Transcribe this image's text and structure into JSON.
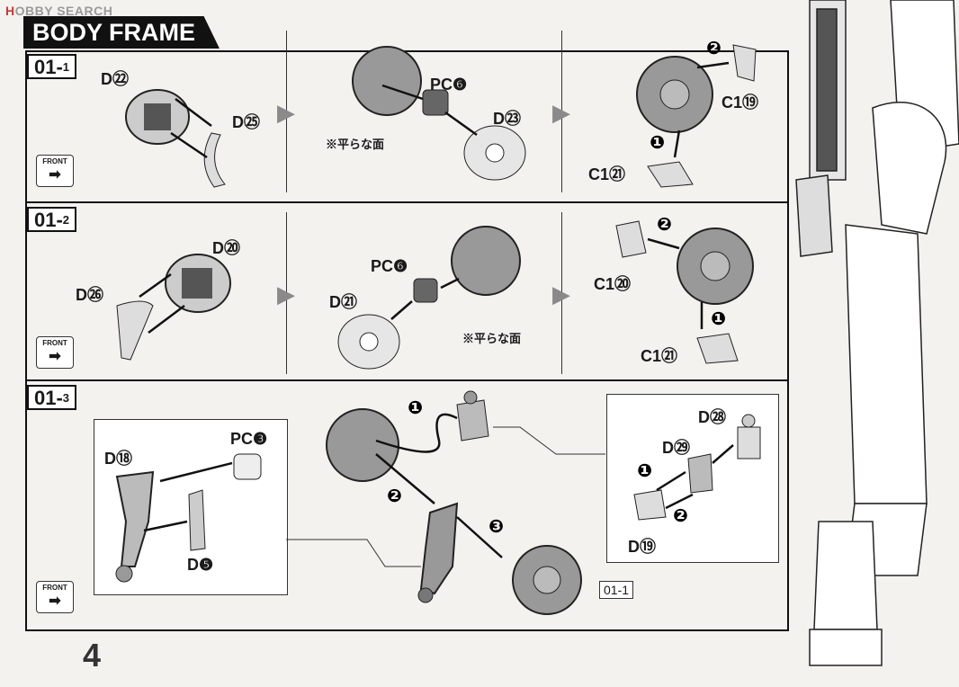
{
  "watermark": {
    "prefix": "H",
    "main": "OBBY",
    "suffix": "SEARCH"
  },
  "header": {
    "title": "BODY FRAME"
  },
  "page_number": "4",
  "steps": {
    "s1": {
      "main": "01-",
      "sub": "1"
    },
    "s2": {
      "main": "01-",
      "sub": "2"
    },
    "s3": {
      "main": "01-",
      "sub": "3"
    }
  },
  "front_label": "FRONT",
  "labels": {
    "d22": "D㉒",
    "d25": "D㉕",
    "pc6_a": "PC❻",
    "d23": "D㉓",
    "note_flat_a": "※平らな面",
    "c1_19": "C1⑲",
    "c1_21_a": "C1㉑",
    "d20": "D⑳",
    "d26": "D㉖",
    "pc6_b": "PC❻",
    "d21": "D㉑",
    "note_flat_b": "※平らな面",
    "c1_20": "C1⑳",
    "c1_21_b": "C1㉑",
    "d18": "D⑱",
    "pc3": "PC❸",
    "d5": "D❺",
    "d28": "D㉘",
    "d29": "D㉙",
    "d19": "D⑲",
    "ref_01_1": "01-1",
    "n1": "❶",
    "n2": "❷",
    "n3": "❸"
  }
}
